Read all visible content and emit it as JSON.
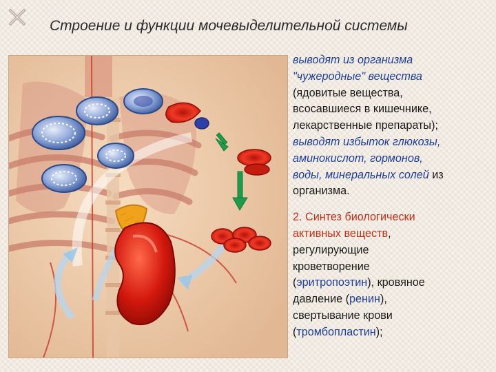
{
  "title": "Строение и функции мочевыделительной системы",
  "paragraph1": {
    "s1": "выводят из организма",
    "s2": "\"чужеродные\" вещества",
    "s3": "(ядовитые вещества,",
    "s4": "всосавшиеся в кишечнике,",
    "s5": "лекарственные препараты);",
    "s6": "выводят избыток глюкозы,",
    "s7": "аминокислот, гормонов,",
    "s8": "воды, минеральных солей",
    "s9": " из",
    "s10": "организма."
  },
  "paragraph2": {
    "s1": "2. Синтез биологически",
    "s2": "активных веществ",
    "s3": ",",
    "s4": "регулирующие",
    "s5": "кроветворение",
    "s6": "(",
    "s7": "эритропоэтин",
    "s8": "), кровяное",
    "s9": "давление (",
    "s10": "ренин",
    "s11": "),",
    "s12": "свертывание крови",
    "s13": "(",
    "s14": "тромбопластин",
    "s15": ");"
  },
  "colors": {
    "accent_red": "#c0311b",
    "accent_blue": "#1f3f96",
    "background": "#f4efe8"
  },
  "icons": [
    "decorative-x-icon",
    "kidney-illustration"
  ]
}
